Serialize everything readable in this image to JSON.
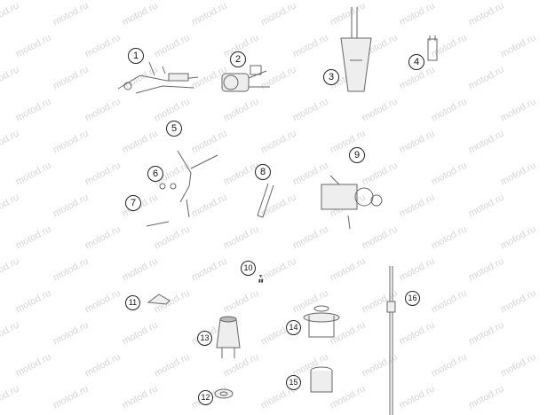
{
  "watermark": "motod.ru",
  "callouts": [
    {
      "label": "1"
    },
    {
      "label": "2"
    },
    {
      "label": "3"
    },
    {
      "label": "4"
    },
    {
      "label": "5"
    },
    {
      "label": "6"
    },
    {
      "label": "7"
    },
    {
      "label": "8"
    },
    {
      "label": "9"
    },
    {
      "label": "10"
    },
    {
      "label": "11"
    },
    {
      "label": "12"
    },
    {
      "label": "13"
    },
    {
      "label": "14"
    },
    {
      "label": "15"
    },
    {
      "label": "16"
    }
  ]
}
